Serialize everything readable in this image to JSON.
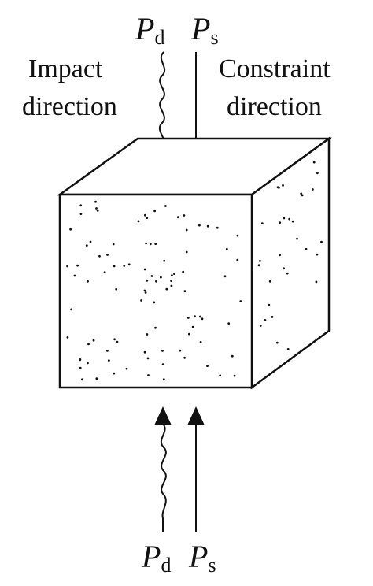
{
  "labels": {
    "top_impact_symbol": "P",
    "top_impact_subscript": "d",
    "top_constraint_symbol": "P",
    "top_constraint_subscript": "s",
    "impact_word_1": "Impact",
    "impact_word_2": "direction",
    "constraint_word_1": "Constraint",
    "constraint_word_2": "direction",
    "bottom_impact_symbol": "P",
    "bottom_impact_subscript": "d",
    "bottom_constraint_symbol": "P",
    "bottom_constraint_subscript": "s"
  },
  "colors": {
    "ink": "#111111",
    "background": "#ffffff"
  }
}
